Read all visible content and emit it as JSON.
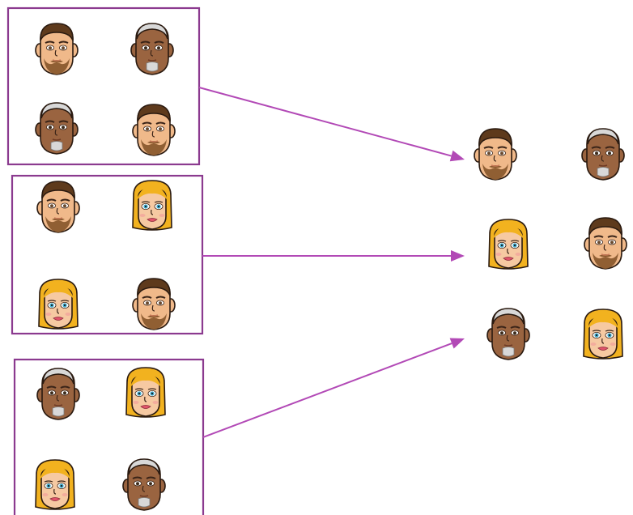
{
  "palette": {
    "frame": "#8b3a8f",
    "connector": "#b249b6",
    "avatar_types": {
      "man-brown-hair-beard": {
        "skin": "#f0b98a",
        "hair": "#5e3a1c",
        "beard": "#8a5a2e",
        "eyes": "#6b4a2e",
        "lips": "#c77a5a"
      },
      "man-gray-hair-dark-skin": {
        "skin": "#9a6440",
        "hair": "#d8d8d8",
        "beard": "#d8d8d8",
        "eyes": "#3c2a1a",
        "lips": "#6e3a24"
      },
      "woman-blonde-hair": {
        "skin": "#f6c9a2",
        "hair": "#f2b21f",
        "beard": null,
        "eyes": "#3aa6c8",
        "lips": "#e0546a"
      }
    }
  },
  "groups": [
    {
      "avatars": [
        "man-brown-hair-beard",
        "man-gray-hair-dark-skin",
        "man-gray-hair-dark-skin",
        "man-brown-hair-beard"
      ]
    },
    {
      "avatars": [
        "man-brown-hair-beard",
        "woman-blonde-hair",
        "woman-blonde-hair",
        "man-brown-hair-beard"
      ]
    },
    {
      "avatars": [
        "man-gray-hair-dark-skin",
        "woman-blonde-hair",
        "woman-blonde-hair",
        "man-gray-hair-dark-skin"
      ]
    }
  ],
  "result_pairs": [
    [
      "man-brown-hair-beard",
      "man-gray-hair-dark-skin"
    ],
    [
      "woman-blonde-hair",
      "man-brown-hair-beard"
    ],
    [
      "man-gray-hair-dark-skin",
      "woman-blonde-hair"
    ]
  ],
  "connections": [
    {
      "from_group": 0,
      "to_pair": 0
    },
    {
      "from_group": 1,
      "to_pair": 1
    },
    {
      "from_group": 2,
      "to_pair": 2
    }
  ]
}
